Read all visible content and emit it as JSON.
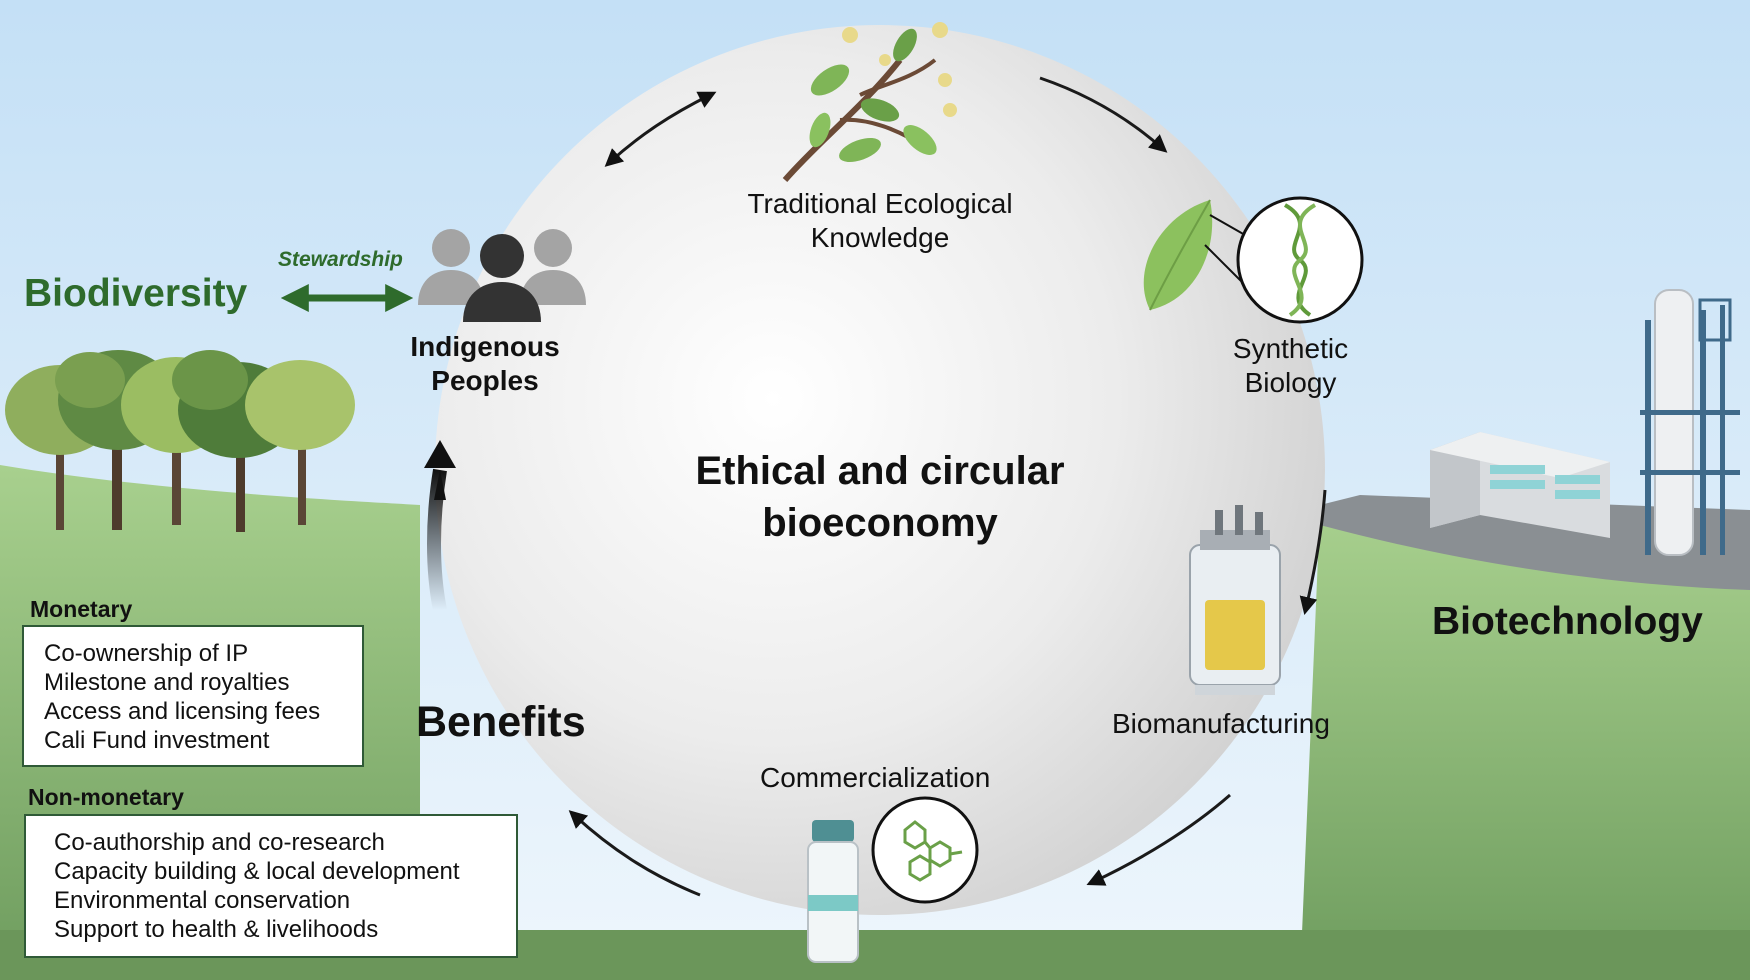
{
  "center_title": "Ethical and circular bioeconomy",
  "stages": {
    "tek": "Traditional Ecological Knowledge",
    "synbio": "Synthetic Biology",
    "biomanufacturing": "Biomanufacturing",
    "commercialization": "Commercialization"
  },
  "biodiversity": "Biodiversity",
  "stewardship": "Stewardship",
  "indigenous_peoples": "Indigenous Peoples",
  "biotechnology": "Biotechnology",
  "benefits": "Benefits",
  "monetary": {
    "heading": "Monetary",
    "items": [
      "Co-ownership of IP",
      "Milestone and royalties",
      "Access and licensing fees",
      "Cali Fund investment"
    ]
  },
  "non_monetary": {
    "heading": "Non-monetary",
    "items": [
      "Co-authorship and co-research",
      "Capacity building & local development",
      "Environmental conservation",
      "Support to health & livelihoods"
    ]
  },
  "colors": {
    "biodiversity_green": "#2e6b2c",
    "sky": "#cfe5f5",
    "grass": "#8cbc72",
    "circle": "#e6e6e6",
    "arrow": "#1a1a1a"
  },
  "icons": [
    "tree-icon",
    "people-icon",
    "flowering-branch-icon",
    "leaf-icon",
    "dna-icon",
    "bioreactor-icon",
    "vial-icon",
    "molecule-icon",
    "factory-icon"
  ]
}
